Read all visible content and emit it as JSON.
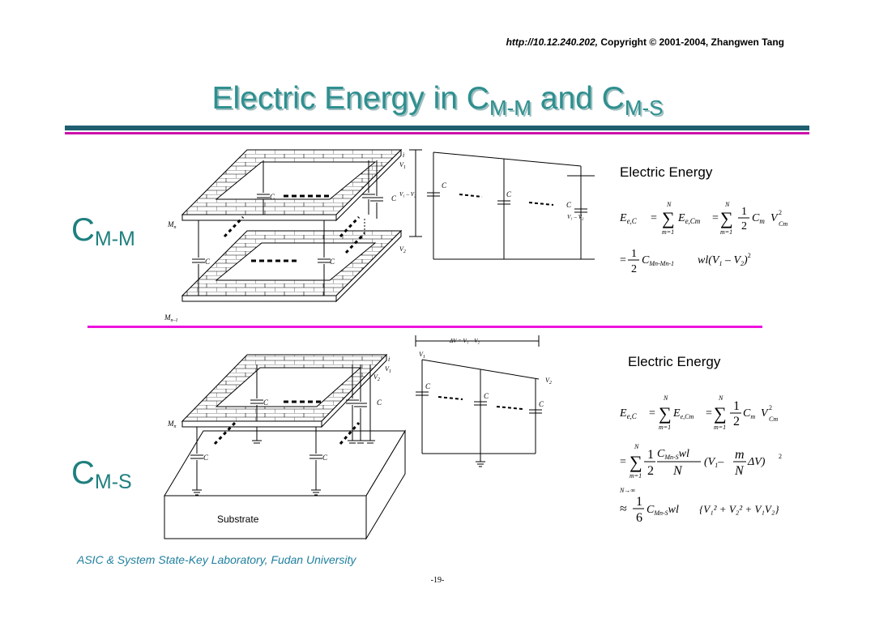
{
  "header": {
    "url": "http://10.12.240.202,",
    "copyright": "Copyright © 2001-2004,  Zhangwen Tang"
  },
  "title": {
    "text_main": "Electric Energy in C",
    "sub1": "M-M",
    "text_and": " and C",
    "sub2": "M-S"
  },
  "section_top": {
    "label": "C",
    "label_sub": "M-M",
    "energy_label": "Electric Energy",
    "formula": {
      "lhs": "E",
      "lhs_sub": "e,C",
      "sum_top": "N",
      "sum_bottom": "m=1",
      "term1": "E",
      "term1_sub": "e,Cm",
      "frac_num": "1",
      "frac_den": "2",
      "term2": "C",
      "term2_sub": "m",
      "term3": "V",
      "term3_sup": "2",
      "term3_sub": "Cm",
      "line2_frac_num": "1",
      "line2_frac_den": "2",
      "line2_c": "C",
      "line2_c_sub": "Mn-Mn-1",
      "line2_rest": "wl(V",
      "v1_sub": "1",
      "minus": " – V",
      "v2_sub": "2",
      "close": ")",
      "close_sup": "2"
    },
    "diagram": {
      "mn": "M",
      "mn_sub": "n",
      "mn1": "M",
      "mn1_sub": "n–1",
      "c": "C",
      "v1": "V",
      "v1_sub": "1",
      "v2": "V",
      "v2_sub": "2",
      "v1v2": "V₁ – V₂",
      "i": "i"
    }
  },
  "section_bottom": {
    "label": "C",
    "label_sub": "M-S",
    "energy_label": "Electric Energy",
    "substrate": "Substrate",
    "formula": {
      "lhs": "E",
      "lhs_sub": "e,C",
      "sum_top": "N",
      "sum_bottom": "m=1",
      "term1": "E",
      "term1_sub": "e,Cm",
      "frac_num": "1",
      "frac_den": "2",
      "term2": "C",
      "term2_sub": "m",
      "term3": "V",
      "term3_sup": "2",
      "term3_sub": "Cm",
      "line2_frac_num": "1",
      "line2_frac_den": "2",
      "line2_c": "C",
      "line2_c_sub": "Mn-S",
      "line2_wl": "wl",
      "line2_n": "N",
      "line2_v": "(V",
      "line2_v_sub": "1",
      "line2_minus": "–",
      "line2_m": "m",
      "line2_mn": "N",
      "line2_dv": "ΔV)",
      "line2_sup": "2",
      "line3_limit": "N→∞",
      "approx": "≈",
      "line3_frac_num": "1",
      "line3_frac_den": "6",
      "line3_c": "C",
      "line3_c_sub": "Mn-S",
      "line3_wl": "wl",
      "line3_brace": "{V₁² + V₂² + V₁V₂}"
    },
    "diagram": {
      "dv": "ΔV = V₁ – V₂",
      "mn": "M",
      "mn_sub": "n",
      "c": "C",
      "v1": "V",
      "v1_sub": "1",
      "v2": "V",
      "v2_sub": "2",
      "i": "i"
    }
  },
  "footer": {
    "lab": "ASIC & System State-Key Laboratory, Fudan University",
    "page": "-19-"
  }
}
